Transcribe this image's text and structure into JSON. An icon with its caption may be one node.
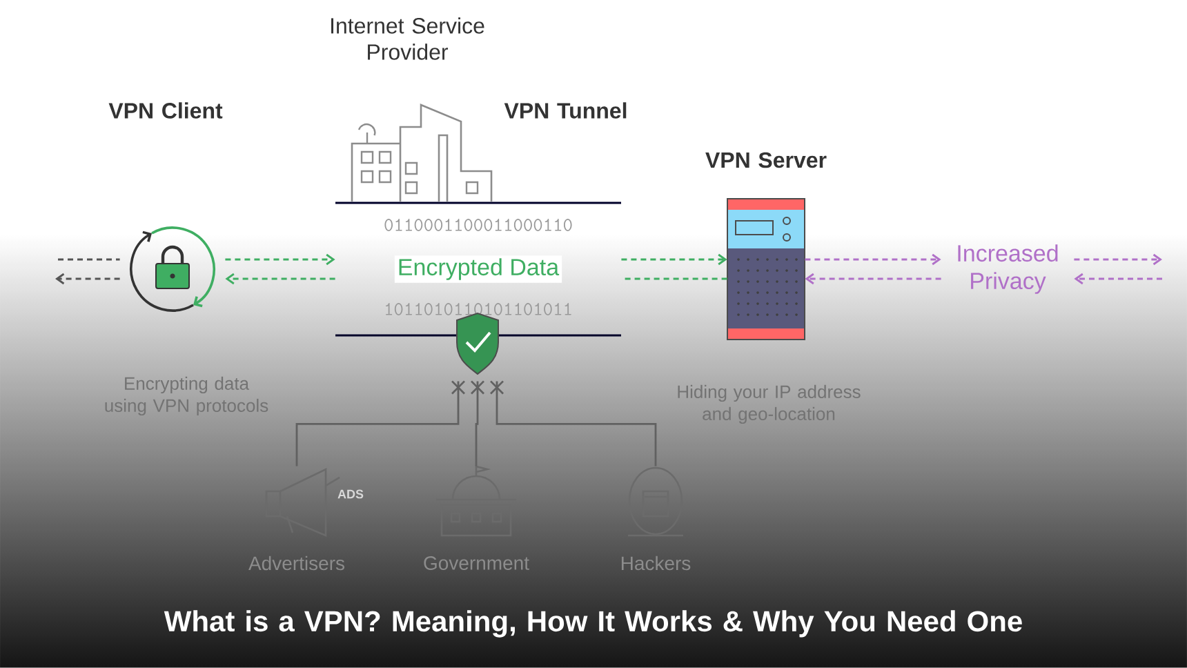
{
  "diagram": {
    "title": "What is a VPN? Meaning, How It Works & Why You Need One",
    "nodes": [
      {
        "text": [
          "VPN Client"
        ],
        "beside": [
          "Encrypting data using VPN protocols"
        ]
      },
      {
        "text": [
          "Internet Service Provider"
        ]
      },
      {
        "text": [
          "VPN Tunnel",
          "Encrypted Data"
        ]
      },
      {
        "text": [],
        "shape": "picture"
      },
      {
        "text": [
          "VPN Server"
        ],
        "beside": [
          "Hiding your IP address and geo-location"
        ]
      },
      {
        "text": [
          "Increased Privacy"
        ]
      },
      {
        "text": [
          "Advertisers"
        ]
      },
      {
        "text": [
          "Government"
        ]
      },
      {
        "text": [
          "Hackers"
        ]
      }
    ],
    "edges": [
      {
        "from": null,
        "to": 0,
        "arrow": "none",
        "style": "dashed",
        "color": "#555555"
      },
      {
        "from": 0,
        "to": null,
        "arrow": "to",
        "style": "dashed",
        "color": "#555555"
      },
      {
        "from": 0,
        "to": 2,
        "arrow": "to",
        "style": "dashed",
        "color": "#3fae62"
      },
      {
        "from": 2,
        "to": 0,
        "arrow": "to",
        "style": "dashed",
        "color": "#3fae62"
      },
      {
        "from": 2,
        "to": 4,
        "arrow": "to",
        "style": "dashed",
        "color": "#3fae62"
      },
      {
        "from": 4,
        "to": 2,
        "arrow": "none",
        "style": "dashed",
        "color": "#3fae62"
      },
      {
        "from": 4,
        "to": 5,
        "arrow": "to",
        "style": "dashed",
        "color": "#b070c8"
      },
      {
        "from": 5,
        "to": 4,
        "arrow": "to",
        "style": "dashed",
        "color": "#b070c8"
      },
      {
        "from": 5,
        "to": null,
        "arrow": "to",
        "style": "dashed",
        "color": "#b070c8"
      },
      {
        "from": null,
        "to": 5,
        "arrow": "to",
        "style": "dashed",
        "color": "#b070c8"
      },
      {
        "from": 3,
        "to": 6,
        "arrow": "none"
      },
      {
        "from": 3,
        "to": 7,
        "arrow": "none"
      },
      {
        "from": 3,
        "to": 8,
        "arrow": "none"
      }
    ],
    "labels": [
      "0110001100011000110",
      "1011010110101101011",
      "ADS"
    ]
  }
}
